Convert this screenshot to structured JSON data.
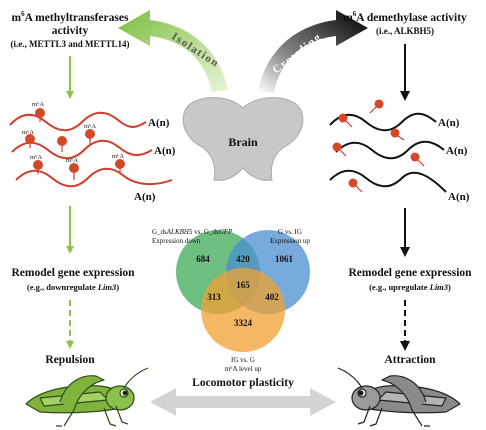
{
  "left": {
    "title_line1_sup": "6",
    "title_line1_pre": "m",
    "title_line1_post": "A methyltransferases",
    "title_line2": "activity",
    "title_line3": "(i.e., METTL3 and METTL14)",
    "rna_tail": "A(n)",
    "m6a_label": "m⁶A",
    "remodel": "Remodel gene expression",
    "remodel_sub_pre": "(e.g., downregulate ",
    "remodel_sub_gene": "Lim3",
    "remodel_sub_post": ")",
    "outcome": "Repulsion",
    "arrow_label": "Isolation"
  },
  "right": {
    "title_line1_pre": "m",
    "title_line1_sup": "6",
    "title_line1_post": "A demethylase activity",
    "title_line2": "(i.e., ALKBH5)",
    "rna_tail": "A(n)",
    "remodel": "Remodel gene expression",
    "remodel_sub_pre": "(e.g., upregulate ",
    "remodel_sub_gene": "Lim3",
    "remodel_sub_post": ")",
    "outcome": "Attraction",
    "arrow_label": "Crowding"
  },
  "center": {
    "brain_label": "Brain",
    "plasticity_label": "Locomotor plasticity"
  },
  "venn": {
    "set_a_line1_pre": "G_ds",
    "set_a_line1_gene1": "ALKBH5",
    "set_a_line1_mid": " vs. G_ds",
    "set_a_line1_gene2": "GFP",
    "set_a_line2": "Expression down",
    "set_b_line1": "G vs. IG",
    "set_b_line2": "Expression up",
    "set_c_line1": "IG vs. G",
    "set_c_line2": "m⁶A level up",
    "only_a": "684",
    "ab": "420",
    "only_b": "1061",
    "ac": "313",
    "abc": "165",
    "bc": "402",
    "only_c": "3324",
    "colors": {
      "a": "#3faa5a",
      "b": "#4a8fd0",
      "c": "#f0a030"
    }
  },
  "colors": {
    "green_arrow": "#8bc34a",
    "rna_red": "#d33b2a",
    "m6a_dot": "#d4482a",
    "grey_arrow": "#cfcfcf",
    "brain": "#c8c8c8"
  }
}
